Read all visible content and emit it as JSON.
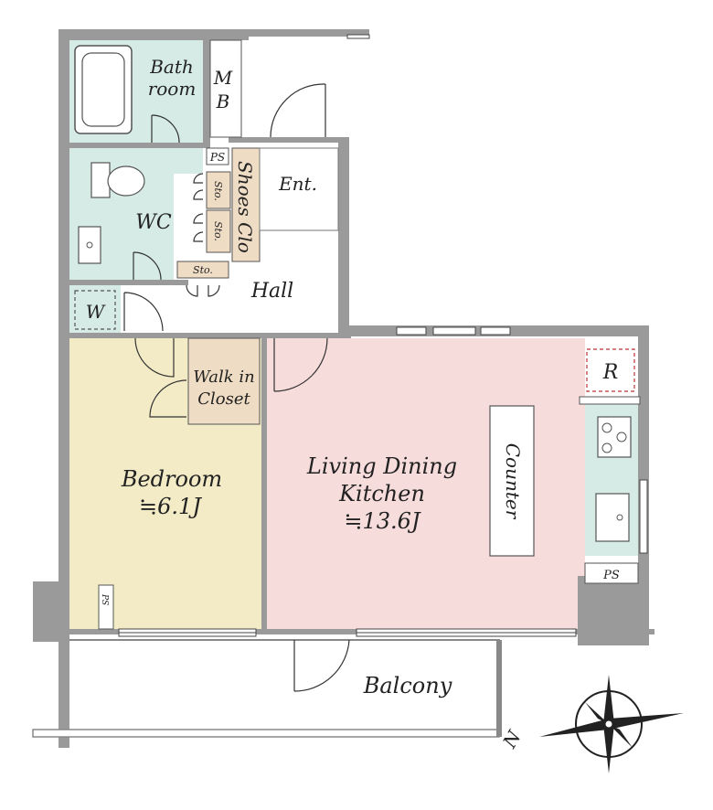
{
  "rooms": {
    "bathroom_line1": "Bath",
    "bathroom_line2": "room",
    "mb_line1": "M",
    "mb_line2": "B",
    "ps_top": "PS",
    "shoes_clo": "Shoes Clo",
    "sto_1": "Sto.",
    "sto_2": "Sto.",
    "sto_3": "Sto.",
    "entrance": "Ent.",
    "wc": "WC",
    "hall": "Hall",
    "washer": "W",
    "walk_in_line1": "Walk in",
    "walk_in_line2": "Closet",
    "refrigerator": "R",
    "bedroom_name": "Bedroom",
    "bedroom_size": "≒6.1J",
    "ldk_line1": "Living Dining",
    "ldk_line2": "Kitchen",
    "ldk_size": "≒13.6J",
    "counter": "Counter",
    "ps_kitchen": "PS",
    "ps_bedroom": "PS",
    "balcony": "Balcony",
    "north": "N"
  },
  "colors": {
    "wall": "#9a9a9a",
    "wet_area": "#d6ebe6",
    "bedroom": "#f3ebc6",
    "living": "#f7dcdc",
    "storage": "#efdcc4",
    "counter": "#ffffff"
  }
}
